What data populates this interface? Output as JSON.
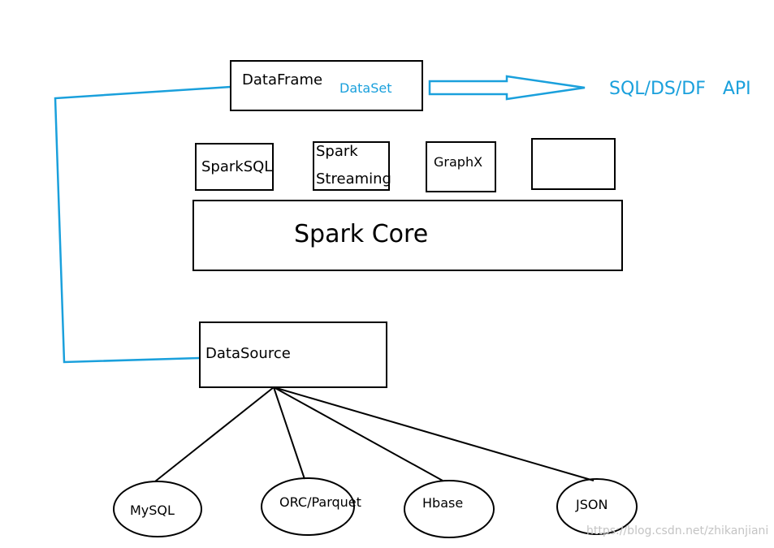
{
  "diagram": {
    "dataframe": {
      "label": "DataFrame",
      "sub_label": "DataSet"
    },
    "api_label": "SQL/DS/DF   API",
    "modules": [
      {
        "label": "SparkSQL"
      },
      {
        "label_line1": "Spark",
        "label_line2": "Streaming"
      },
      {
        "label": "GraphX"
      },
      {
        "label": ""
      }
    ],
    "core": {
      "label": "Spark Core"
    },
    "datasource": {
      "label": "DataSource"
    },
    "sources": [
      {
        "label": "MySQL"
      },
      {
        "label": "ORC/Parquet"
      },
      {
        "label": "Hbase"
      },
      {
        "label": "JSON"
      }
    ],
    "watermark": "https://blog.csdn.net/zhikanjiani",
    "colors": {
      "stroke": "#000000",
      "accent": "#1aa0dc"
    }
  }
}
